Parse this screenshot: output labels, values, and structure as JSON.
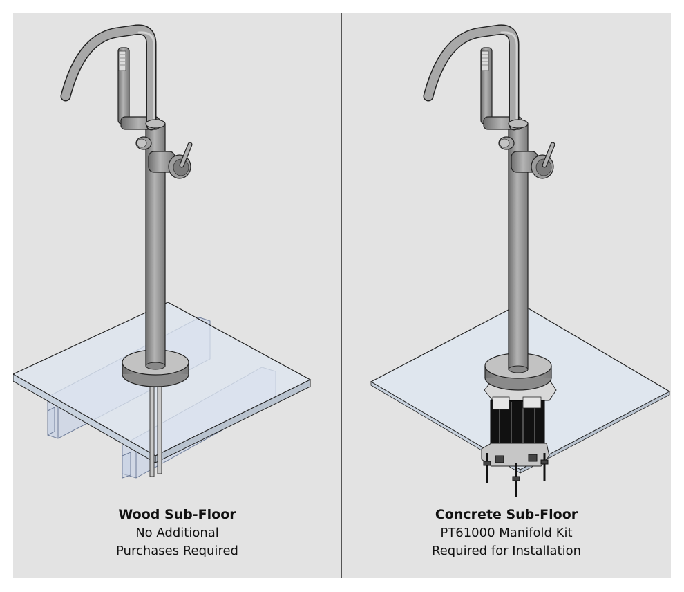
{
  "panels": [
    {
      "title": "Wood Sub-Floor",
      "lines": [
        "No Additional",
        "Purchases Required"
      ]
    },
    {
      "title": "Concrete Sub-Floor",
      "lines": [
        "PT61000 Manifold Kit",
        "Required for Installation"
      ]
    }
  ],
  "colors": {
    "background": "#e3e3e3",
    "floor_glass": "#dde6f0",
    "joist": "#c9d3e6",
    "faucet_metal": "#9a9a9a",
    "manifold_body": "#111111"
  }
}
